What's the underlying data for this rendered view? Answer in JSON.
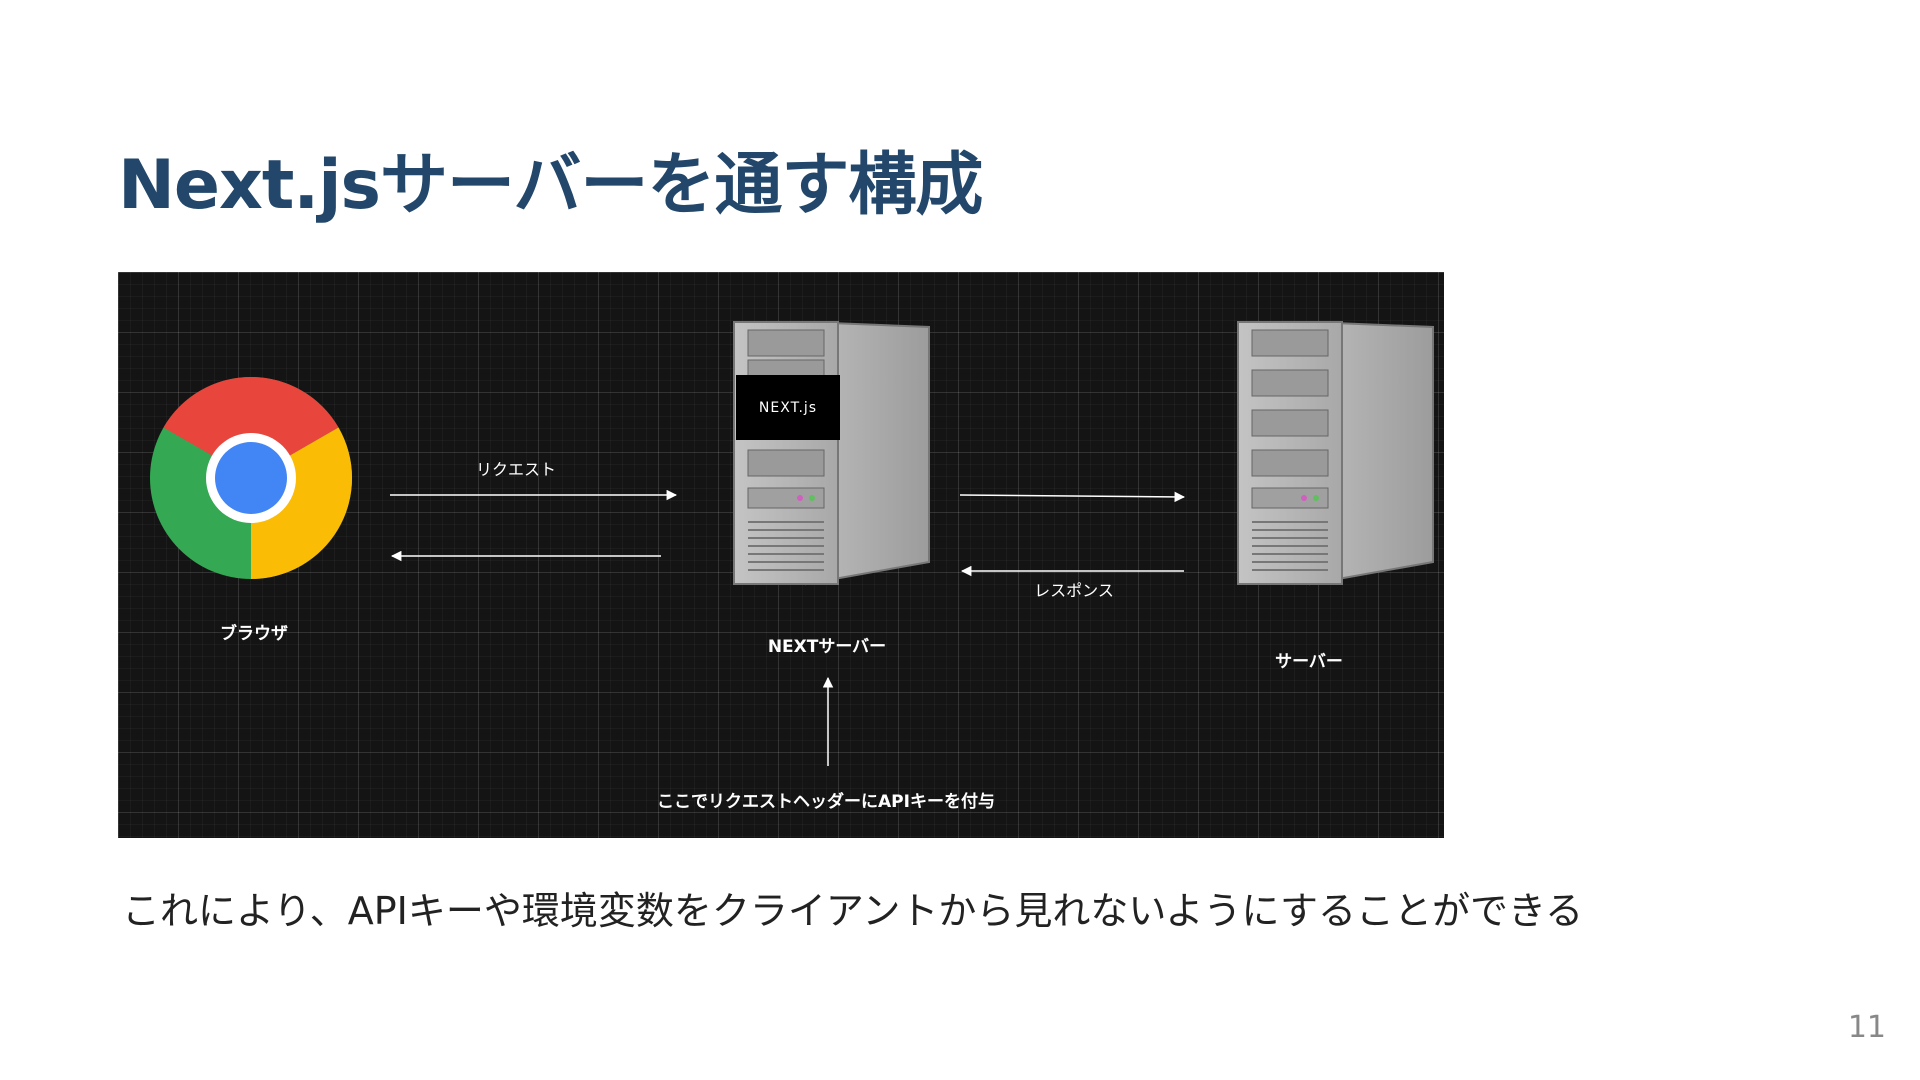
{
  "slide": {
    "title": "Next.jsサーバーを通す構成",
    "caption": "これにより、APIキーや環境変数をクライアントから見れないようにすることができる",
    "page_number": "11"
  },
  "diagram": {
    "browser_label": "ブラウザ",
    "next_server_label": "NEXTサーバー",
    "next_logo_text": "NEXT.js",
    "server_label": "サーバー",
    "request_label": "リクエスト",
    "response_label": "レスポンス",
    "note_label": "ここでリクエストヘッダーにAPIキーを付与"
  },
  "colors": {
    "title": "#22476b",
    "diagram_background": "#141414",
    "arrow": "#ffffff",
    "server_body": "#b5b5b5",
    "chrome_red": "#e8453c",
    "chrome_yellow": "#fbbc05",
    "chrome_green": "#34a853",
    "chrome_blue": "#4285f4"
  },
  "icons": {
    "browser": "chrome-logo-icon",
    "server": "server-tower-icon"
  }
}
